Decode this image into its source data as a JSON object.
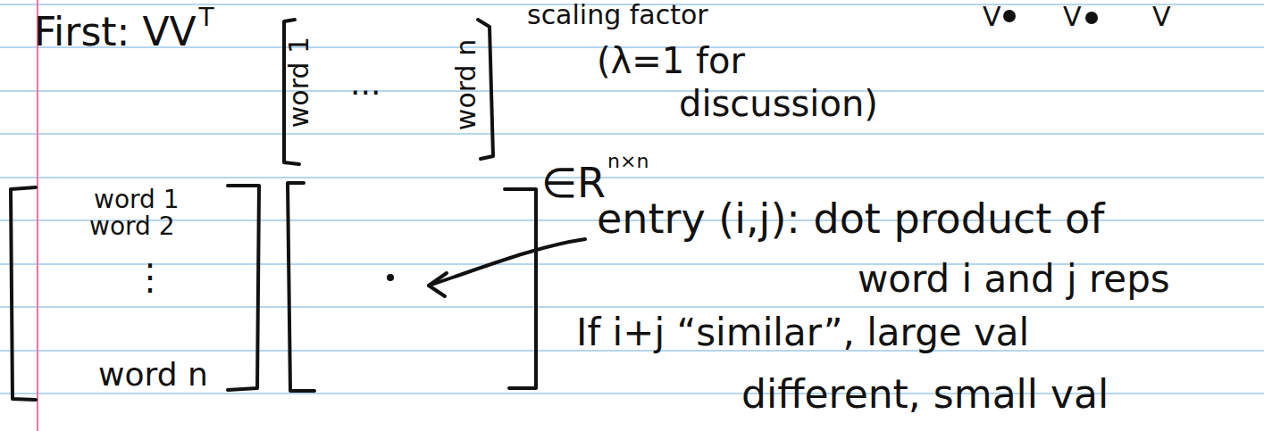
{
  "diagram": {
    "labels": [
      "First: VV",
      "T",
      "word 1",
      "...",
      "word n",
      "scaling factor",
      "(λ=1 for",
      "discussion)",
      "V",
      "V",
      "V",
      "∈R",
      "n×n",
      "word 1",
      "word 2",
      "⋮",
      "word n",
      "entry (i,j): dot product of",
      "word i and j reps",
      "If i+j “similar”, large val",
      "different, small val"
    ]
  }
}
